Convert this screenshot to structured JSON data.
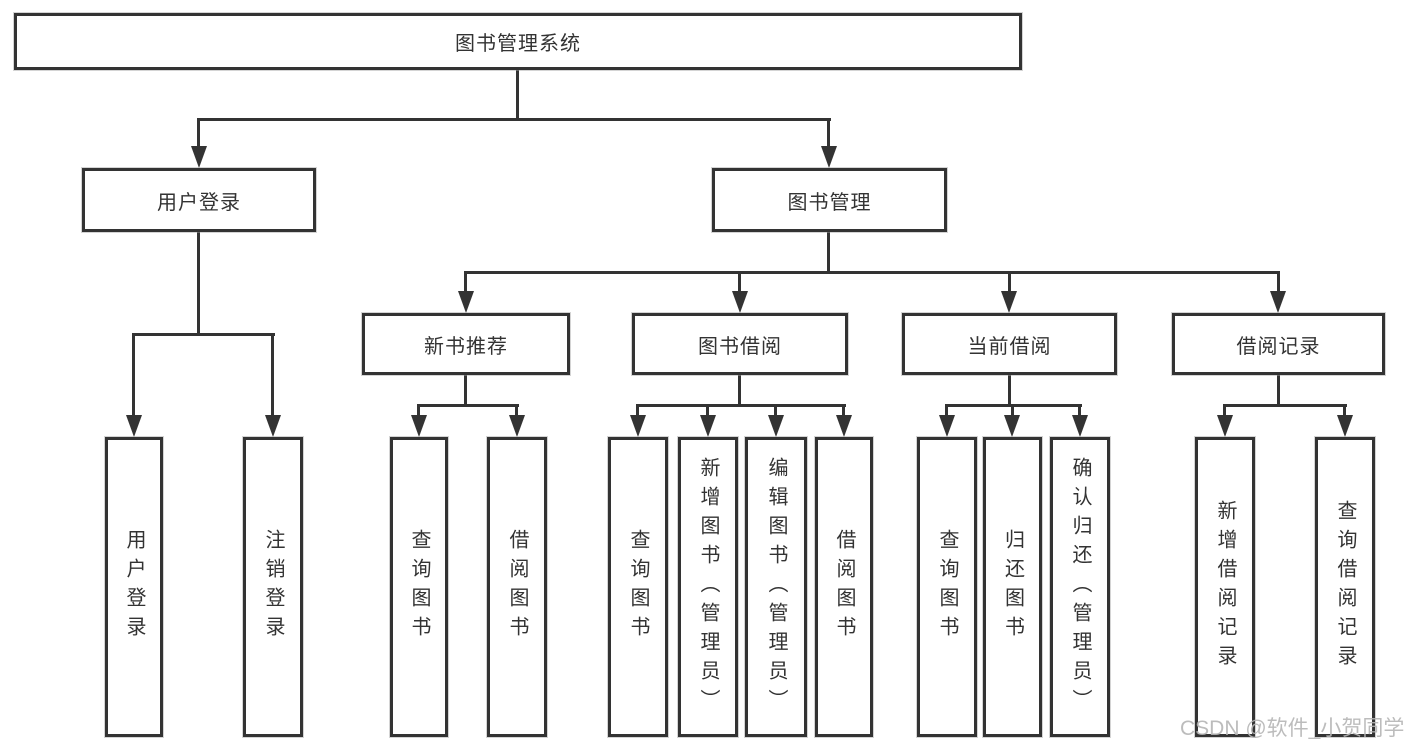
{
  "diagram_type": "hierarchy-tree",
  "tree": {
    "root": {
      "label": "图书管理系统",
      "children": [
        {
          "label": "用户登录",
          "children": [
            {
              "label": "用户登录"
            },
            {
              "label": "注销登录"
            }
          ]
        },
        {
          "label": "图书管理",
          "children": [
            {
              "label": "新书推荐",
              "children": [
                {
                  "label": "查询图书"
                },
                {
                  "label": "借阅图书"
                }
              ]
            },
            {
              "label": "图书借阅",
              "children": [
                {
                  "label": "查询图书"
                },
                {
                  "label": "新增图书（管理员）"
                },
                {
                  "label": "编辑图书（管理员）"
                },
                {
                  "label": "借阅图书"
                }
              ]
            },
            {
              "label": "当前借阅",
              "children": [
                {
                  "label": "查询图书"
                },
                {
                  "label": "归还图书"
                },
                {
                  "label": "确认归还（管理员）"
                }
              ]
            },
            {
              "label": "借阅记录",
              "children": [
                {
                  "label": "新增借阅记录"
                },
                {
                  "label": "查询借阅记录"
                }
              ]
            }
          ]
        }
      ]
    }
  },
  "watermark": {
    "text": "CSDN @软件_小贺同学"
  },
  "colors": {
    "line": "#333333",
    "box_border": "#333333",
    "text": "#333333",
    "background": "#ffffff",
    "watermark": "#b5b5b5"
  }
}
